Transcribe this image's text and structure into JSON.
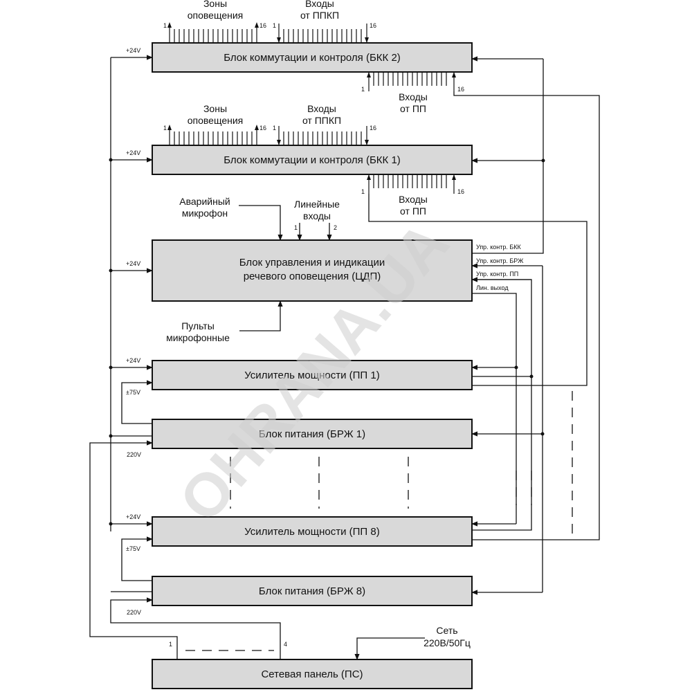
{
  "watermark": "OHRANA.UA",
  "blocks": {
    "bkk2": "Блок коммутации и контроля (БКК 2)",
    "bkk1": "Блок коммутации и контроля (БКК 1)",
    "cdp_line1": "Блок управления и индикации",
    "cdp_line2": "речевого оповещения (ЦДП)",
    "pp1": "Усилитель мощности (ПП 1)",
    "brzh1": "Блок питания (БРЖ 1)",
    "pp8": "Усилитель мощности (ПП 8)",
    "brzh8": "Блок питания (БРЖ 8)",
    "ps": "Сетевая панель (ПС)"
  },
  "labels": {
    "zones_1": "Зоны",
    "zones_2": "оповещения",
    "ppkp_1": "Входы",
    "ppkp_2": "от ППКП",
    "pp_in_1": "Входы",
    "pp_in_2": "от ПП",
    "emergency_mic_1": "Аварийный",
    "emergency_mic_2": "микрофон",
    "line_in_1": "Линейные",
    "line_in_2": "входы",
    "mic_panels_1": "Пульты",
    "mic_panels_2": "микрофонные",
    "mains_1": "Сеть",
    "mains_2": "220В/50Гц",
    "ctrl_bkk": "Упр. контр. БКК",
    "ctrl_brzh": "Упр. контр. БРЖ",
    "ctrl_pp": "Упр. контр. ПП",
    "line_out": "Лин. выход",
    "v24": "+24V",
    "v75": "±75V",
    "v220": "220V",
    "n1": "1",
    "n2": "2",
    "n4": "4",
    "n16": "16"
  }
}
